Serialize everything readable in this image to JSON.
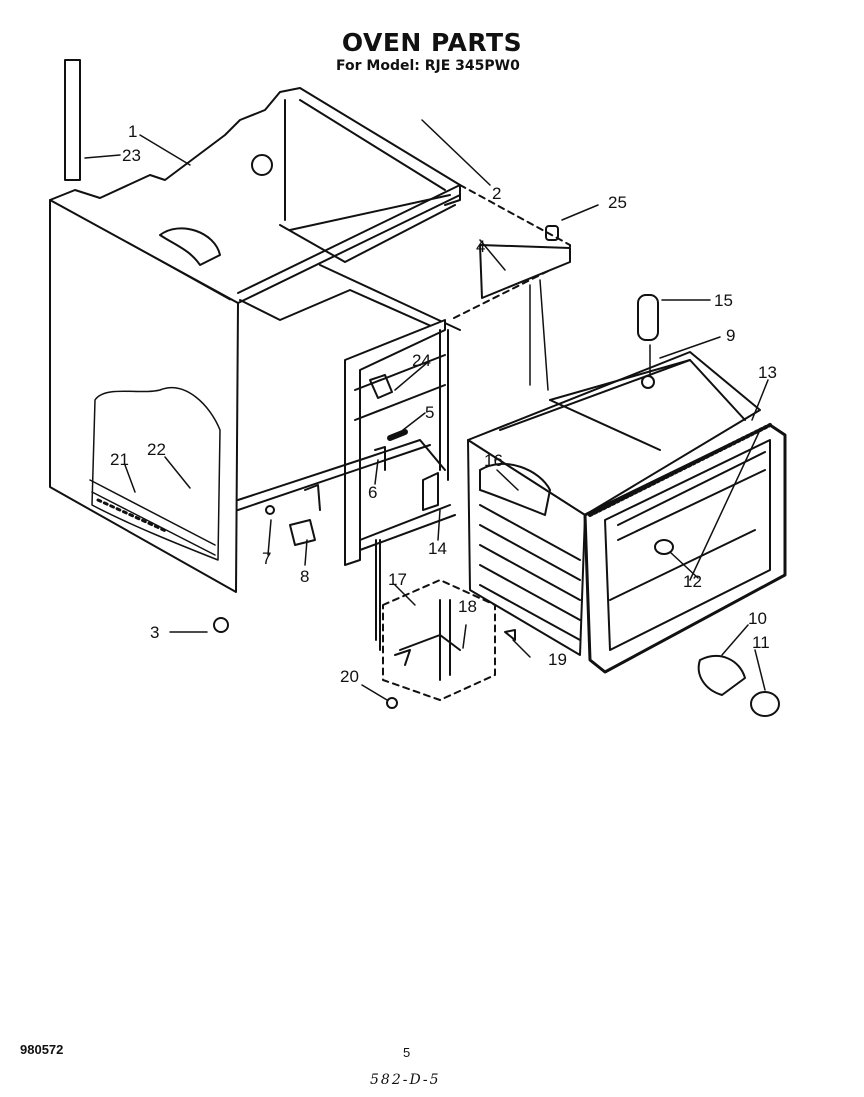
{
  "title": "OVEN PARTS",
  "subtitle": "For Model: RJE 345PW0",
  "callouts": [
    "1",
    "2",
    "3",
    "4",
    "5",
    "6",
    "7",
    "8",
    "9",
    "10",
    "11",
    "12",
    "13",
    "14",
    "15",
    "16",
    "17",
    "18",
    "19",
    "20",
    "21",
    "22",
    "23",
    "24",
    "25"
  ],
  "footer": {
    "code": "980572",
    "page": "5",
    "handwritten": "582-D-5"
  }
}
